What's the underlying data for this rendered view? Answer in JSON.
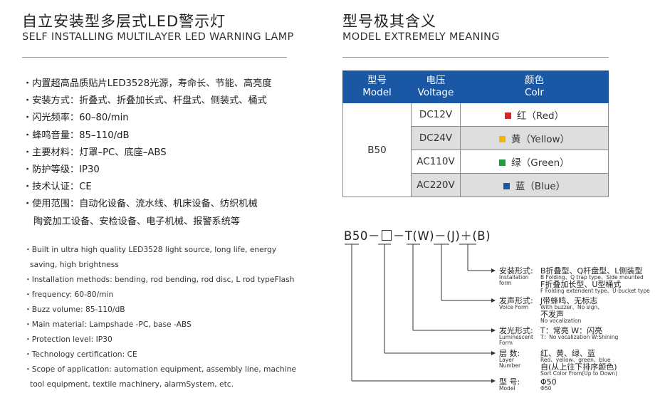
{
  "left": {
    "title_cn": "自立安装型多层式LED警示灯",
    "title_en": "SELF INSTALLING MULTILAYER LED WARNING LAMP",
    "features_cn": [
      "・内置超高品质贴片LED3528光源，寿命长、节能、高亮度",
      "・安装方式：折叠式、折叠加长式、杆盘式、侧装式、桶式",
      "・闪光频率：60–80/min",
      "・蜂鸣音量：85–110/dB",
      "・主要材料：灯罩–PC、底座–ABS",
      "・防护等级：IP30",
      "・技术认证：CE",
      "・使用范围：自动化设备、流水线、机床设备、纺织机械",
      "陶瓷加工设备、安检设备、电子机械、报警系统等"
    ],
    "features_en": [
      "・Built in ultra high quality LED3528 light source, long life, energy",
      "saving, high brightness",
      "・Installation methods: bending, rod bending, rod disc, L rod typeFlash",
      "・frequency: 60-80/min",
      "・Buzz volume: 85-110/dB",
      "・Main material: Lampshade -PC, base -ABS",
      "・Protection level: IP30",
      "・Technology certification: CE",
      "・Scope of application: automation equipment, assembly line, machine",
      "tool equipment, textile machinery, alarmSystem, etc."
    ]
  },
  "right": {
    "title_cn": "型号极其含义",
    "title_en": "MODEL EXTREMELY MEANING",
    "table": {
      "headers": [
        {
          "cn": "型号",
          "en": "Model"
        },
        {
          "cn": "电压",
          "en": "Voltage"
        },
        {
          "cn": "颜色",
          "en": "Colr"
        }
      ],
      "model": "B50",
      "rows": [
        {
          "voltage": "DC12V",
          "color_text": "红（Red）",
          "swatch": "#d7262b"
        },
        {
          "voltage": "DC24V",
          "color_text": "黄（Yellow）",
          "swatch": "#f4b400"
        },
        {
          "voltage": "AC110V",
          "color_text": "绿（Green）",
          "swatch": "#1f9a3c"
        },
        {
          "voltage": "AC220V",
          "color_text": "蓝（Blue）",
          "swatch": "#1a58a6"
        }
      ]
    },
    "code": {
      "prefix": "B50－",
      "middle": "－T(W)－(J)＋(B)"
    },
    "legend": {
      "install": {
        "label_cn": "安装形式:",
        "label_en1": "Installation",
        "label_en2": "form",
        "line1": "B折叠型、Q杆盘型、L侧装型",
        "line1_en": "B Folding、Q trap type、Side mounted",
        "line2": "F折叠加长型、U型桶式",
        "line2_en": "F Folding extendent type、U-bucket type"
      },
      "sound": {
        "label_cn": "发声形式:",
        "label_en": "Voice Form",
        "line1": "J带蜂鸣、无标志",
        "line1_en": "With buzzer、No sign、",
        "line2": "不发声",
        "line2_en": "No vocalization"
      },
      "light": {
        "label_cn": "发光形式:",
        "label_en1": "Luminescent",
        "label_en2": "Form",
        "line1": "T：常亮  W：闪亮",
        "line1_en": "T：No vocalization W:Shining"
      },
      "layer": {
        "label_cn": "层  数:",
        "label_en1": "Layer",
        "label_en2": "Number",
        "line1": "红、黄、绿、蓝",
        "line1_en": "Red、yellow、green、blue",
        "line2": "自(从上往下排序颜色)",
        "line2_en": "Sort Color From(Up to Down)"
      },
      "model": {
        "label_cn": "型  号:",
        "label_en": "Model",
        "line1": "Φ50",
        "line1_en": "Φ50"
      }
    }
  }
}
